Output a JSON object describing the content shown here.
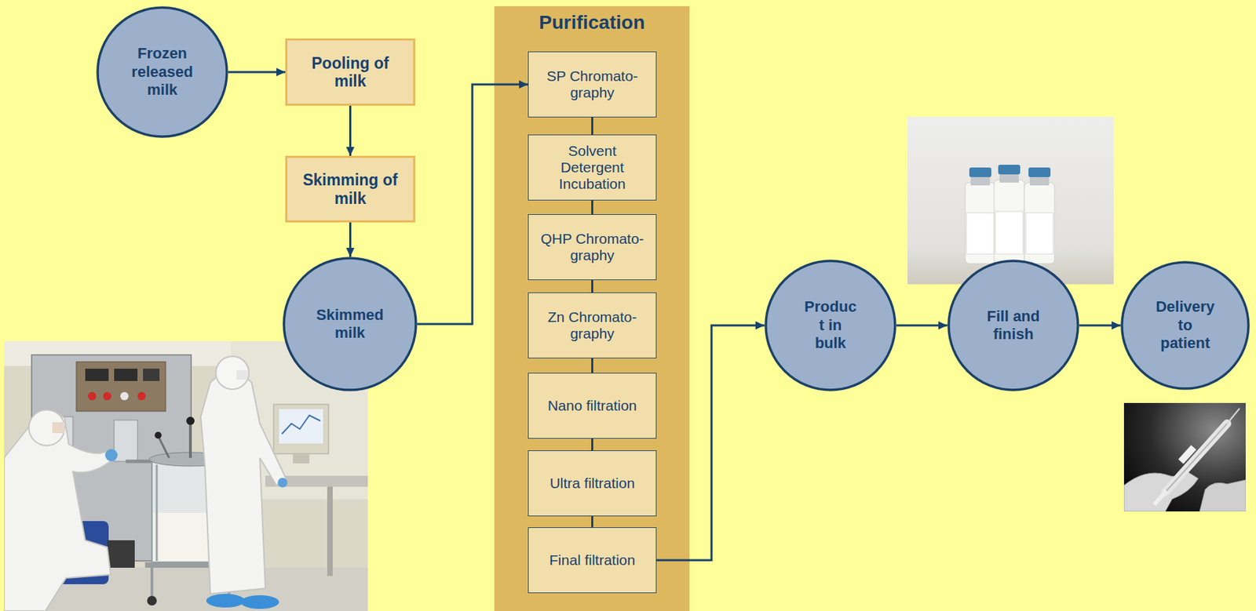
{
  "diagram": {
    "nodes": [
      {
        "text": [
          "Frozen released milk"
        ]
      },
      {
        "text": [
          "Pooling of milk"
        ]
      },
      {
        "text": [
          "Skimming of milk"
        ]
      },
      {
        "text": [
          "Skimmed milk"
        ]
      },
      {
        "text": [
          "Purification"
        ]
      },
      {
        "text": [
          "SP Chromato- graphy"
        ],
        "in": 4
      },
      {
        "text": [
          "Solvent Detergent Incubation"
        ],
        "in": 4
      },
      {
        "text": [
          "QHP Chromato- graphy"
        ],
        "in": 4
      },
      {
        "text": [
          "Zn Chromato- graphy"
        ],
        "in": 4
      },
      {
        "text": [
          "Nano filtration"
        ],
        "in": 4
      },
      {
        "text": [
          "Ultra filtration"
        ],
        "in": 4
      },
      {
        "text": [
          "Final filtration"
        ],
        "in": 4
      },
      {
        "text": [
          "Produc t in bulk"
        ]
      },
      {
        "text": [
          "Fill and finish"
        ]
      },
      {
        "text": [
          "Delivery to patient"
        ]
      }
    ],
    "edges": [
      {
        "from": 0,
        "to": 1,
        "arrow": "to"
      },
      {
        "from": 1,
        "to": 2,
        "arrow": "to"
      },
      {
        "from": 2,
        "to": 3,
        "arrow": "to"
      },
      {
        "from": 3,
        "to": 5,
        "arrow": "to"
      },
      {
        "from": 5,
        "to": 6,
        "arrow": "none"
      },
      {
        "from": 6,
        "to": 7,
        "arrow": "none"
      },
      {
        "from": 7,
        "to": 8,
        "arrow": "none"
      },
      {
        "from": 8,
        "to": 9,
        "arrow": "none"
      },
      {
        "from": 9,
        "to": 10,
        "arrow": "none"
      },
      {
        "from": 10,
        "to": 11,
        "arrow": "none"
      },
      {
        "from": 11,
        "to": 12,
        "arrow": "to"
      },
      {
        "from": 12,
        "to": 13,
        "arrow": "to"
      },
      {
        "from": 13,
        "to": 14,
        "arrow": "to"
      }
    ]
  }
}
